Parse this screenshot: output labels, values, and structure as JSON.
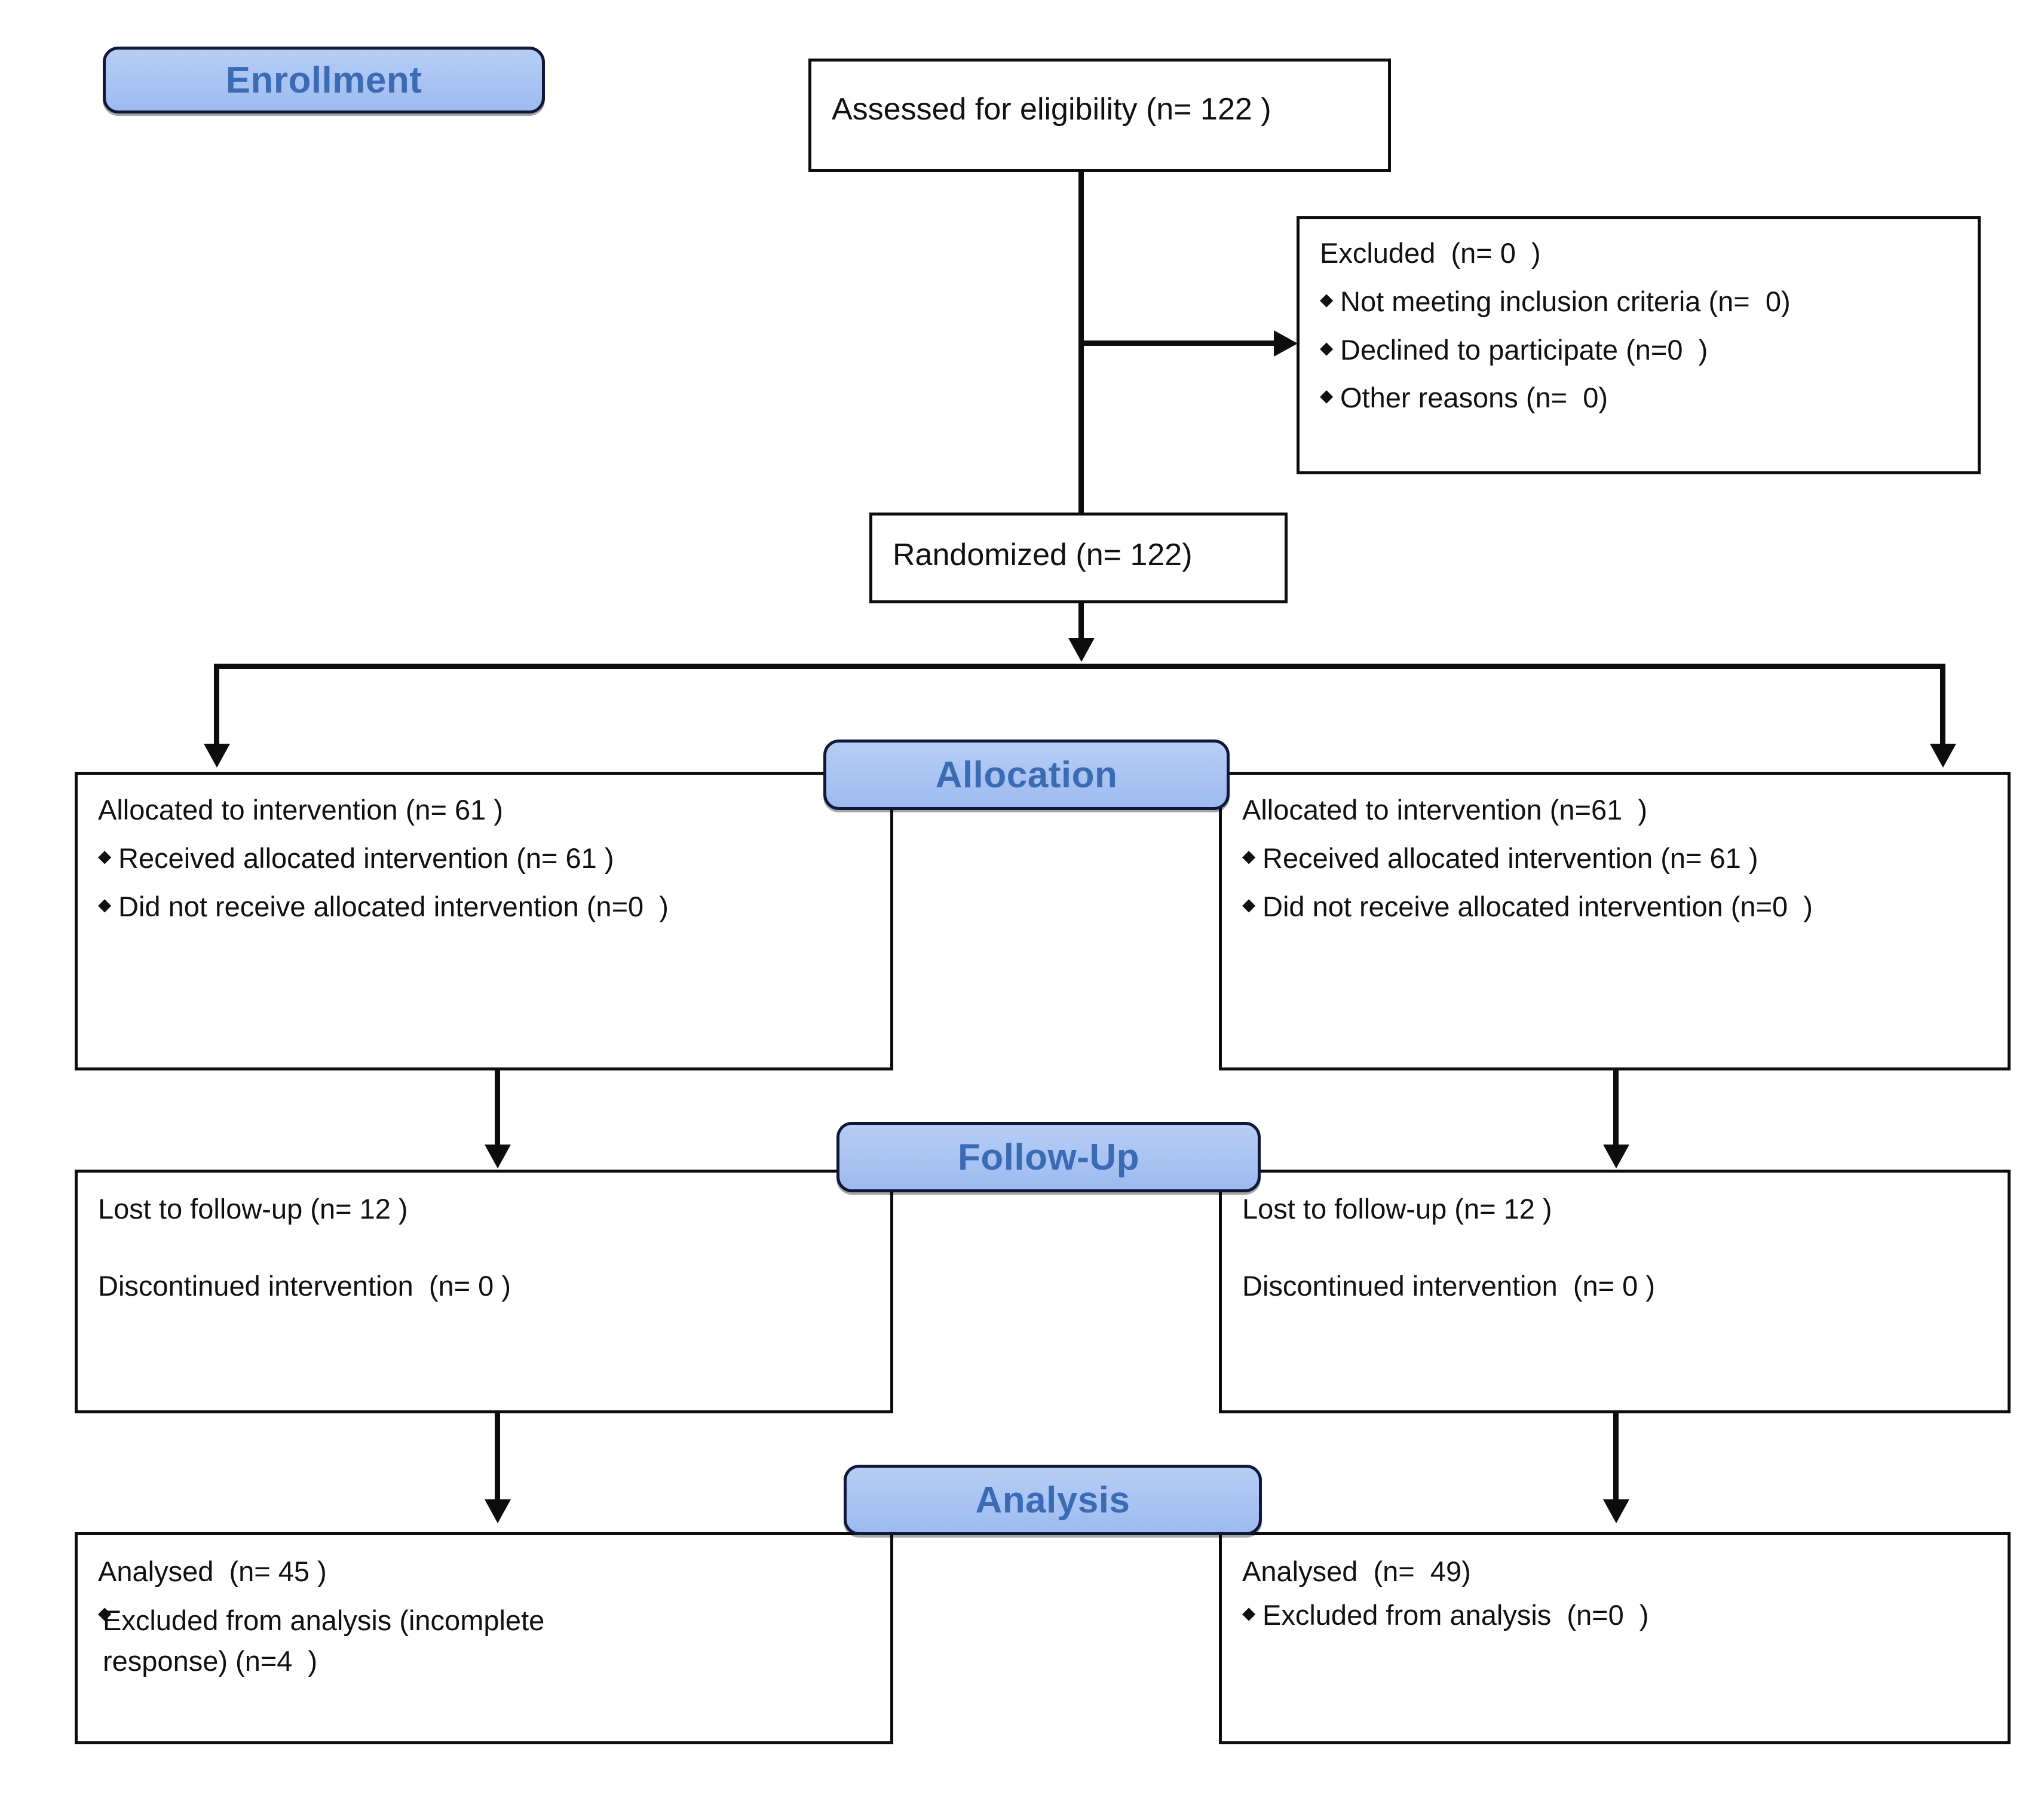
{
  "figure": {
    "type": "consort-flow-diagram",
    "accent_blue": "#a9c3f2",
    "badge_text_color": "#3b6bb5",
    "line_color": "#0d0d0d",
    "bullet_glyph": "◆"
  },
  "stages": {
    "enrollment": "Enrollment",
    "allocation": "Allocation",
    "followup": "Follow-Up",
    "analysis": "Analysis"
  },
  "enrollment": {
    "assessed": {
      "title": "Assessed for eligibility (n= 122 )"
    },
    "excluded": {
      "title": "Excluded  (n= 0  )",
      "reasons": [
        "Not meeting inclusion criteria (n=  0)",
        "Declined to participate (n=0  )",
        "Other reasons (n=  0)"
      ]
    },
    "randomized": {
      "title": "Randomized (n= 122)"
    }
  },
  "allocation": {
    "left": {
      "title": "Allocated to intervention (n= 61 )",
      "items": [
        "Received allocated intervention (n= 61 )",
        "Did not receive allocated intervention (n=0  )"
      ]
    },
    "right": {
      "title": "Allocated to intervention (n=61  )",
      "items": [
        "Received allocated intervention (n= 61 )",
        "Did not receive allocated intervention (n=0  )"
      ]
    }
  },
  "followup": {
    "left": {
      "lines": [
        "Lost to follow-up (n= 12 )",
        "Discontinued intervention  (n= 0 )"
      ]
    },
    "right": {
      "lines": [
        "Lost to follow-up (n= 12 )",
        "Discontinued intervention  (n= 0 )"
      ]
    }
  },
  "analysis": {
    "left": {
      "title": "Analysed  (n= 45 )",
      "items": [
        "Excluded from analysis (incomplete response) (n=4  )"
      ]
    },
    "right": {
      "title": "Analysed  (n=  49)",
      "items": [
        "Excluded from analysis  (n=0  )"
      ]
    }
  },
  "chart_data": {
    "type": "table",
    "title": "CONSORT participant flow",
    "rows": [
      {
        "stage": "Enrollment",
        "label": "Assessed for eligibility",
        "n": 122
      },
      {
        "stage": "Enrollment",
        "label": "Excluded",
        "n": 0
      },
      {
        "stage": "Enrollment",
        "label": "Not meeting inclusion criteria",
        "n": 0
      },
      {
        "stage": "Enrollment",
        "label": "Declined to participate",
        "n": 0
      },
      {
        "stage": "Enrollment",
        "label": "Other reasons",
        "n": 0
      },
      {
        "stage": "Enrollment",
        "label": "Randomized",
        "n": 122
      },
      {
        "stage": "Allocation",
        "arm": "left",
        "label": "Allocated to intervention",
        "n": 61
      },
      {
        "stage": "Allocation",
        "arm": "left",
        "label": "Received allocated intervention",
        "n": 61
      },
      {
        "stage": "Allocation",
        "arm": "left",
        "label": "Did not receive allocated intervention",
        "n": 0
      },
      {
        "stage": "Allocation",
        "arm": "right",
        "label": "Allocated to intervention",
        "n": 61
      },
      {
        "stage": "Allocation",
        "arm": "right",
        "label": "Received allocated intervention",
        "n": 61
      },
      {
        "stage": "Allocation",
        "arm": "right",
        "label": "Did not receive allocated intervention",
        "n": 0
      },
      {
        "stage": "Follow-Up",
        "arm": "left",
        "label": "Lost to follow-up",
        "n": 12
      },
      {
        "stage": "Follow-Up",
        "arm": "left",
        "label": "Discontinued intervention",
        "n": 0
      },
      {
        "stage": "Follow-Up",
        "arm": "right",
        "label": "Lost to follow-up",
        "n": 12
      },
      {
        "stage": "Follow-Up",
        "arm": "right",
        "label": "Discontinued intervention",
        "n": 0
      },
      {
        "stage": "Analysis",
        "arm": "left",
        "label": "Analysed",
        "n": 45
      },
      {
        "stage": "Analysis",
        "arm": "left",
        "label": "Excluded from analysis (incomplete response)",
        "n": 4
      },
      {
        "stage": "Analysis",
        "arm": "right",
        "label": "Analysed",
        "n": 49
      },
      {
        "stage": "Analysis",
        "arm": "right",
        "label": "Excluded from analysis",
        "n": 0
      }
    ]
  }
}
